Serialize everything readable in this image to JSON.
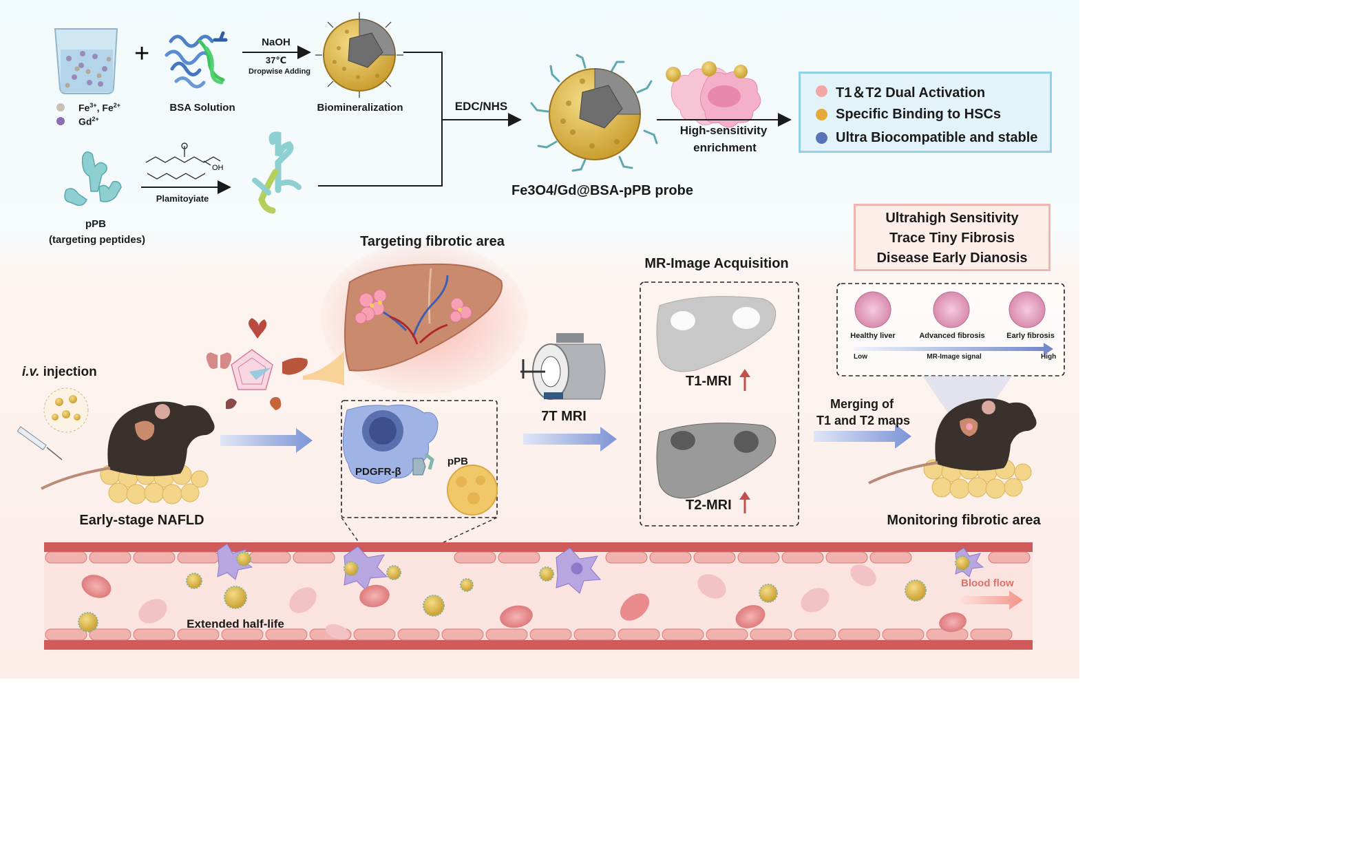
{
  "synthesis": {
    "ions_label_1": "Fe",
    "ions_sup_1": "3+",
    "ions_sep": ", Fe",
    "ions_sup_2": "2+",
    "ions_label_2": "Gd",
    "ions_sup_3": "2+",
    "bsa_label": "BSA Solution",
    "arrow_top": "NaOH",
    "arrow_mid": "37℃",
    "arrow_bottom": "Dropwise Adding",
    "biomin_label": "Biomineralization",
    "palmitoylate_label": "Plamitoyiate",
    "ppb_label": "pPB",
    "ppb_sub": "(targeting peptides)",
    "edc_label": "EDC/NHS",
    "probe_label": "Fe3O4/Gd@BSA-pPB probe",
    "enrich_line1": "High-sensitivity",
    "enrich_line2": "enrichment"
  },
  "features": {
    "items": [
      {
        "label": "T1＆T2 Dual Activation",
        "color": "#f2a6a6"
      },
      {
        "label": "Specific Binding to HSCs",
        "color": "#e6a93a"
      },
      {
        "label": "Ultra Biocompatible and stable",
        "color": "#5873b8"
      }
    ]
  },
  "sensitivity": {
    "line1": "Ultrahigh Sensitivity",
    "line2": "Trace Tiny Fibrosis",
    "line3": "Disease Early Dianosis"
  },
  "workflow": {
    "targeting_title": "Targeting fibrotic area",
    "injection_italic": "i.v.",
    "injection_rest": " injection",
    "nafld_label": "Early-stage NAFLD",
    "pdgfr_label": "PDGFR-β",
    "ppb_label": "pPB",
    "mri_label": "7T MRI",
    "acq_title": "MR-Image Acquisition",
    "t1_label": "T1-MRI",
    "t2_label": "T2-MRI",
    "merge_line1": "Merging of",
    "merge_line2": "T1 and T2 maps",
    "monitor_label": "Monitoring fibrotic area"
  },
  "histology": {
    "stages": [
      "Healthy liver",
      "Advanced fibrosis",
      "Early fibrosis"
    ],
    "scale_low": "Low",
    "scale_mid": "MR-Image signal",
    "scale_high": "High"
  },
  "vessel": {
    "half_life_label": "Extended half-life",
    "flow_label": "Blood flow"
  },
  "colors": {
    "legend_border": "#8fd0ea",
    "legend_fill": "#e3f3fa",
    "sens_border": "#efb6b0",
    "sens_fill": "#fdeeea",
    "arrow_blue": "#7d94d6",
    "up_arrow": "#c0504d",
    "vessel_wall": "#d05a5a",
    "nanoparticle": "#e0b53c"
  }
}
